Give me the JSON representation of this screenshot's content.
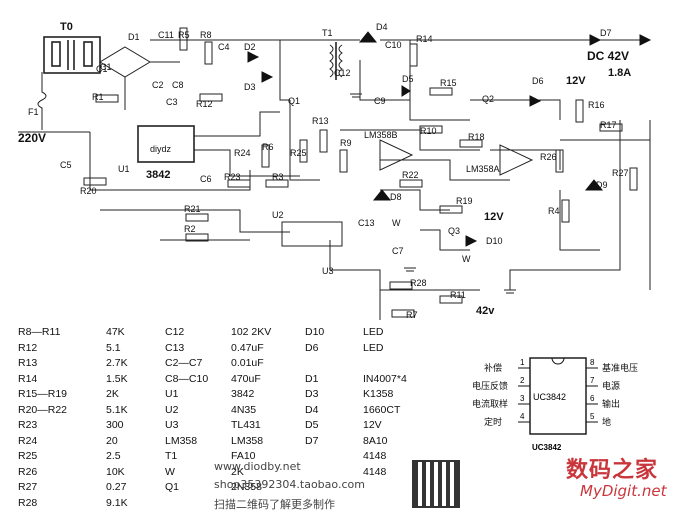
{
  "schematic": {
    "top_labels": {
      "transformer_in": "T0",
      "input_voltage": "220V",
      "fuse": "F1",
      "bridge": "D1",
      "ic_controller": "U1",
      "ic_part": "3842",
      "ic_marking": "diydz",
      "transformer_main": "T1",
      "output_label": "DC 42V",
      "output_current": "1.8A",
      "aux_voltage": "12V",
      "opamp_a": "LM358A",
      "opamp_b": "LM358B",
      "optocoupler": "U2",
      "shunt_ref": "U3",
      "pot": "W",
      "ref_12v": "12V",
      "ref_42v": "42v"
    },
    "components": [
      "C11",
      "R5",
      "R8",
      "C4",
      "D2",
      "D4",
      "C10",
      "R14",
      "D7",
      "C1",
      "C2",
      "C8",
      "C3",
      "R1",
      "R12",
      "D3",
      "Q1",
      "C12",
      "C9",
      "D5",
      "R15",
      "D6",
      "Q2",
      "R16",
      "R17",
      "R13",
      "R10",
      "R18",
      "R24",
      "R6",
      "R25",
      "R9",
      "R26",
      "R27",
      "D9",
      "C5",
      "C6",
      "R20",
      "R23",
      "R3",
      "R22",
      "D8",
      "R4",
      "R21",
      "R2",
      "R19",
      "Q3",
      "D10",
      "C13",
      "C7",
      "R28",
      "R11",
      "R7"
    ],
    "ic_pins": {
      "pin1": "1",
      "pin2": "2",
      "pin3": "3",
      "pin4": "4",
      "pin5": "5",
      "pin6": "6",
      "pin7": "7",
      "pin8": "8"
    }
  },
  "parts_list": {
    "col1": [
      {
        "ref": "R8—R11",
        "val": "47K"
      },
      {
        "ref": "R12",
        "val": "5.1"
      },
      {
        "ref": "R13",
        "val": "2.7K"
      },
      {
        "ref": "R14",
        "val": "1.5K"
      },
      {
        "ref": "R15—R19",
        "val": "2K"
      },
      {
        "ref": "R20—R22",
        "val": "5.1K"
      },
      {
        "ref": "R23",
        "val": "300"
      },
      {
        "ref": "R24",
        "val": "20"
      },
      {
        "ref": "R25",
        "val": "2.5"
      },
      {
        "ref": "R26",
        "val": "10K"
      },
      {
        "ref": "R27",
        "val": "0.27"
      },
      {
        "ref": "R28",
        "val": "9.1K"
      }
    ],
    "col2": [
      {
        "ref": "C12",
        "val": "102  2KV"
      },
      {
        "ref": "C13",
        "val": "0.47uF"
      },
      {
        "ref": "C2—C7",
        "val": "0.01uF"
      },
      {
        "ref": "C8—C10",
        "val": "470uF"
      },
      {
        "ref": "U1",
        "val": "3842"
      },
      {
        "ref": "U2",
        "val": "4N35"
      },
      {
        "ref": "U3",
        "val": "TL431"
      },
      {
        "ref": "LM358",
        "val": "LM358"
      },
      {
        "ref": "T1",
        "val": "FA10"
      },
      {
        "ref": "W",
        "val": "2K"
      },
      {
        "ref": "Q1",
        "val": "2N358"
      }
    ],
    "col3": [
      {
        "ref": "D10",
        "val": "LED"
      },
      {
        "ref": "D6",
        "val": "LED"
      },
      {
        "ref": "",
        "val": ""
      },
      {
        "ref": "D1",
        "val": "IN4007*4"
      },
      {
        "ref": "D3",
        "val": "K1358"
      },
      {
        "ref": "D4",
        "val": "1660CT"
      },
      {
        "ref": "D5",
        "val": "12V"
      },
      {
        "ref": "D7",
        "val": "8A10"
      },
      {
        "ref": "",
        "val": "4148"
      },
      {
        "ref": "",
        "val": "4148"
      }
    ]
  },
  "ic_diagram": {
    "name": "UC3842",
    "caption": "UC3842",
    "left_pins": [
      "补偿",
      "电压反馈",
      "电流取样",
      "定时"
    ],
    "right_pins": [
      "基准电压",
      "电源",
      "输出",
      "地"
    ],
    "left_nums": [
      "1",
      "2",
      "3",
      "4"
    ],
    "right_nums": [
      "8",
      "7",
      "6",
      "5"
    ]
  },
  "watermarks": {
    "site_cn": "数码之家",
    "site_en": "MyDigit.net",
    "shop_url": "www.diodby.net",
    "shop_taobao": "shop35392304.taobao.com",
    "scan_text": "扫描二维码了解更多制作"
  }
}
